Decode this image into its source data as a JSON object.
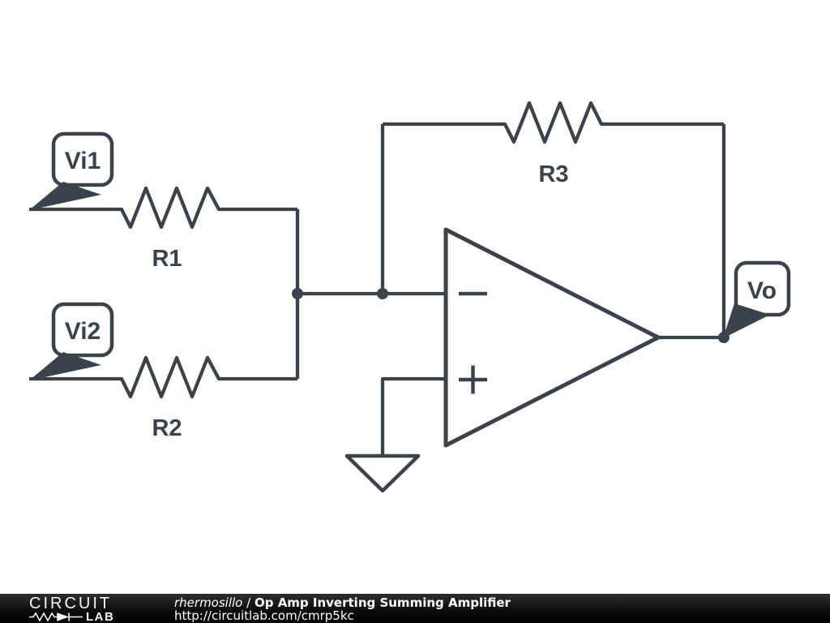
{
  "colors": {
    "ink": "#3A434B",
    "canvas": "#ffffff",
    "footer_text": "#ffffff"
  },
  "circuit": {
    "flags": {
      "input1": "Vi1",
      "input2": "Vi2",
      "output": "Vo"
    },
    "resistors": {
      "r1": "R1",
      "r2": "R2",
      "r3": "R3"
    },
    "opamp": {
      "inverting_symbol": "minus",
      "noninverting_symbol": "plus"
    }
  },
  "footer": {
    "brand_top": "CIRCUIT",
    "brand_bottom": "LAB",
    "author": "rhermosillo",
    "separator": "/",
    "title": "Op Amp Inverting Summing Amplifier",
    "url": "http://circuitlab.com/cmrp5kc"
  }
}
